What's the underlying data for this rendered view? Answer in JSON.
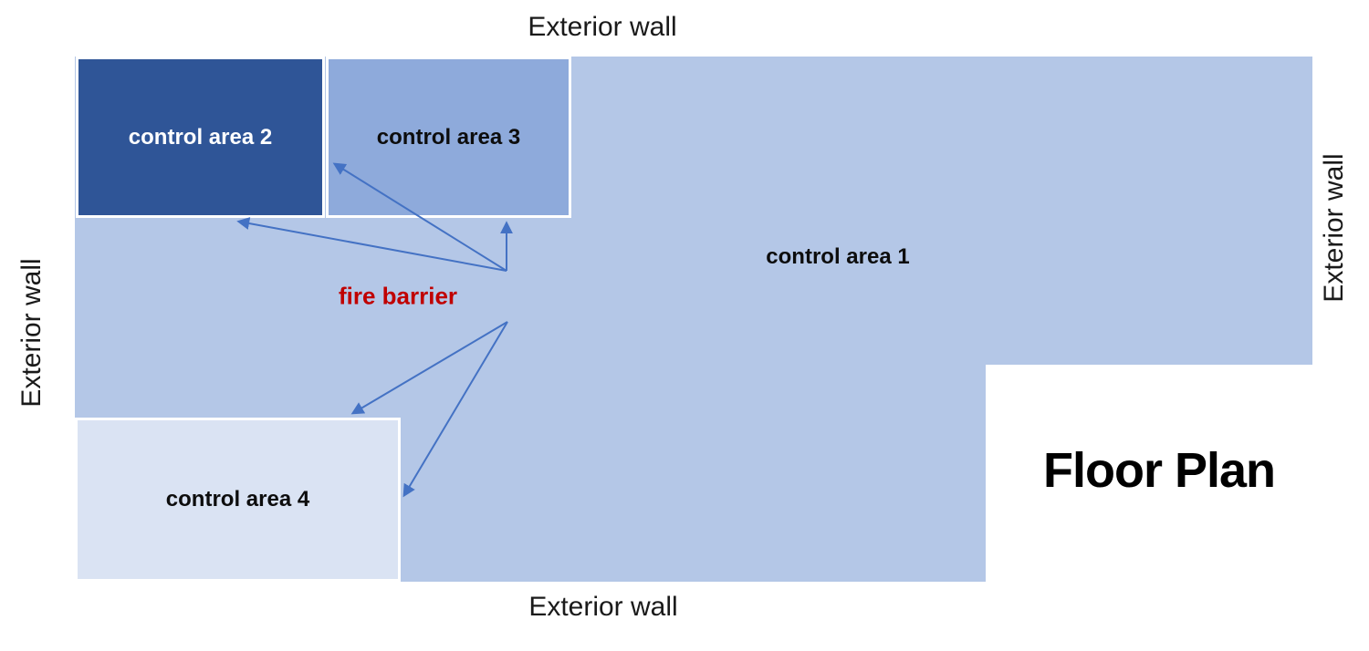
{
  "slide": {
    "title": "Floor Plan"
  },
  "walls": {
    "top": "Exterior wall",
    "bottom": "Exterior wall",
    "left": "Exterior wall",
    "right": "Exterior wall"
  },
  "areas": {
    "area1": {
      "label": "control area 1",
      "color": "#B4C7E7",
      "label_color": "#0d0d0d"
    },
    "area2": {
      "label": "control area 2",
      "color": "#2F5597",
      "label_color": "#FFFFFF"
    },
    "area3": {
      "label": "control area 3",
      "color": "#8EAADB",
      "label_color": "#0d0d0d"
    },
    "area4": {
      "label": "control area 4",
      "color": "#DAE3F3",
      "label_color": "#0d0d0d"
    }
  },
  "annotations": {
    "fire_barrier": {
      "label": "fire barrier",
      "color": "#C00000"
    },
    "arrow_color": "#4472C4"
  },
  "background_color": "#FFFFFF",
  "wall_text_color": "#1a1a1a"
}
